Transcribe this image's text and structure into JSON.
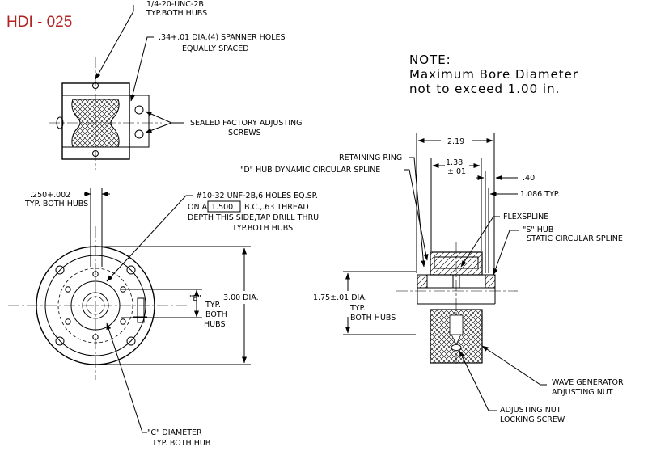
{
  "title": "HDI - 025",
  "note": {
    "heading": "NOTE:",
    "line1": "Maximum Bore Diameter",
    "line2": "not to exceed 1.00 in."
  },
  "labels": {
    "thread_hubs_1": "1/4-20-UNC-2B",
    "thread_hubs_2": "TYP.BOTH HUBS",
    "spanner_1": ".34+.01 DIA.(4) SPANNER HOLES",
    "spanner_2": "EQUALLY SPACED",
    "sealed_1": "SEALED FACTORY ADJUSTING",
    "sealed_2": "SCREWS",
    "dim_250_1": ".250+.002",
    "dim_250_2": "TYP. BOTH HUBS",
    "holes_1": "#10-32 UNF-2B,6 HOLES EQ.SP.",
    "holes_2_pre": "ON A",
    "holes_2_box": "1.500",
    "holes_2_post": "B.C.,.63 THREAD",
    "holes_3": "DEPTH THIS SIDE,TAP DRILL THRU",
    "holes_4": "TYP.BOTH HUBS",
    "e_1": "\"E\"",
    "e_2": "TYP.",
    "e_3": "BOTH",
    "e_4": "HUBS",
    "dia_300": "3.00 DIA.",
    "c_1": "\"C\" DIAMETER",
    "c_2": "TYP. BOTH HUB",
    "dim_219": "2.19",
    "retaining": "RETAINING RING",
    "d_hub": "\"D\" HUB DYNAMIC CIRCULAR SPLINE",
    "dim_138": "1.38",
    "dim_138_tol": "±.01",
    "dim_40": ".40",
    "dim_1086": "1.086 TYP.",
    "flexspline": "FLEXSPLINE",
    "s_hub_1": "\"S\" HUB",
    "s_hub_2": "STATIC CIRCULAR SPLINE",
    "dim_175_1": "1.75±.01 DIA.",
    "dim_175_2": "TYP.",
    "dim_175_3": "BOTH HUBS",
    "wave_1": "WAVE GENERATOR",
    "wave_2": "ADJUSTING NUT",
    "nut_1": "ADJUSTING NUT",
    "nut_2": "LOCKING SCREW"
  }
}
